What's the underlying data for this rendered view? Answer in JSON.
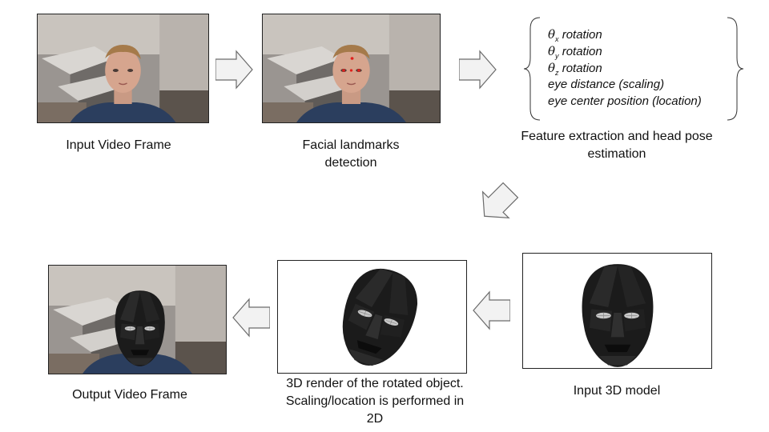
{
  "stages": {
    "input_frame": {
      "caption": "Input Video Frame"
    },
    "landmarks": {
      "caption": "Facial landmarks detection"
    },
    "feature": {
      "caption": "Feature extraction and head pose estimation",
      "items": [
        {
          "symbol": "θ",
          "sub": "x",
          "text": "rotation"
        },
        {
          "symbol": "θ",
          "sub": "y",
          "text": "rotation"
        },
        {
          "symbol": "θ",
          "sub": "z",
          "text": "rotation"
        },
        {
          "text": "eye distance (scaling)"
        },
        {
          "text": "eye center position (location)"
        }
      ]
    },
    "input_model": {
      "caption": "Input 3D model"
    },
    "render": {
      "caption": "3D render of the rotated object. Scaling/location is performed in 2D"
    },
    "output_frame": {
      "caption": "Output Video Frame"
    }
  },
  "colors": {
    "arrow_fill": "#f2f2f2",
    "arrow_stroke": "#6b6b6b",
    "frame_border": "#222222"
  }
}
